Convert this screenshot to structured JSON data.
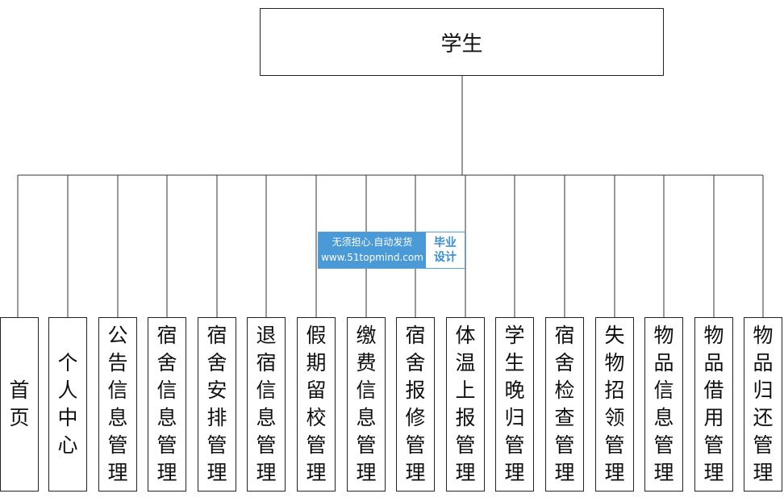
{
  "root": {
    "label": "学生"
  },
  "children": [
    {
      "label": "首页"
    },
    {
      "label": "个人中心"
    },
    {
      "label": "公告信息管理"
    },
    {
      "label": "宿舍信息管理"
    },
    {
      "label": "宿舍安排管理"
    },
    {
      "label": "退宿信息管理"
    },
    {
      "label": "假期留校管理"
    },
    {
      "label": "缴费信息管理"
    },
    {
      "label": "宿舍报修管理"
    },
    {
      "label": "体温上报管理"
    },
    {
      "label": "学生晚归管理"
    },
    {
      "label": "宿舍检查管理"
    },
    {
      "label": "失物招领管理"
    },
    {
      "label": "物品信息管理"
    },
    {
      "label": "物品借用管理"
    },
    {
      "label": "物品归还管理"
    }
  ],
  "watermark": {
    "line1": "无须担心.自动发货",
    "line2": "www.51topmind.com",
    "tag_line1": "毕业",
    "tag_line2": "设计"
  }
}
